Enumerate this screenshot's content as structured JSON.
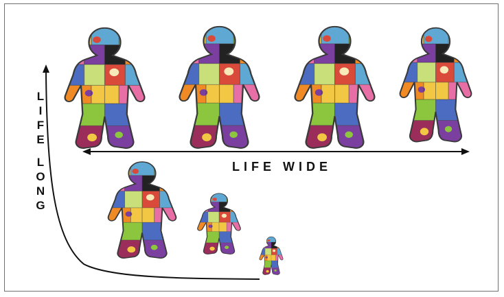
{
  "labels": {
    "life_wide": "LIFE WIDE",
    "life_long": [
      "L",
      "I",
      "F",
      "E",
      "",
      "L",
      "O",
      "N",
      "G"
    ]
  },
  "colors": {
    "arrow": "#111111",
    "frame_border": "#6f6f6f",
    "figure_outline": "#3a3a3a",
    "puzzle_palette": [
      "#f2c744",
      "#7b3fa0",
      "#d94a3a",
      "#5fa8d3",
      "#8cc63f",
      "#f08a24",
      "#e86fa6",
      "#222222",
      "#f7e9b8",
      "#4b6cc1",
      "#c9e07a",
      "#9b2d5a"
    ]
  },
  "figures": {
    "top_row": [
      {
        "icon": "puzzle-person-icon",
        "size": "large"
      },
      {
        "icon": "puzzle-person-icon",
        "size": "large"
      },
      {
        "icon": "puzzle-person-icon",
        "size": "large"
      },
      {
        "icon": "puzzle-person-icon",
        "size": "large"
      }
    ],
    "growth_row": [
      {
        "icon": "puzzle-person-icon",
        "size": "medium"
      },
      {
        "icon": "puzzle-person-icon",
        "size": "small"
      },
      {
        "icon": "puzzle-person-icon",
        "size": "tiny"
      }
    ]
  },
  "arrows": {
    "life_wide": "double-headed horizontal",
    "life_long": "vertical curve"
  }
}
